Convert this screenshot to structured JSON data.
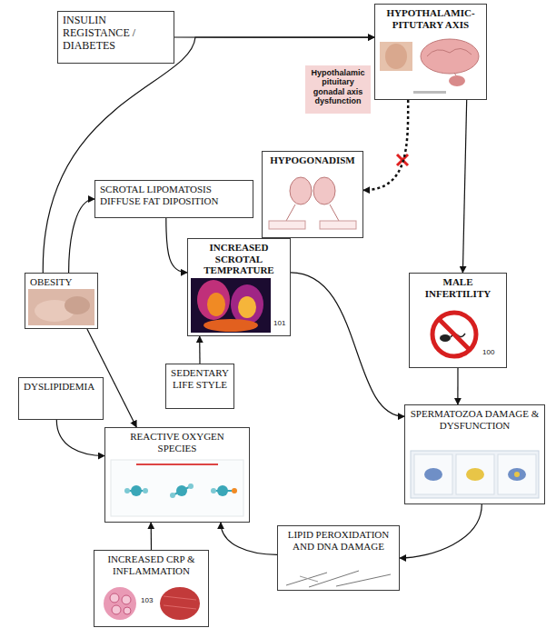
{
  "diagram": {
    "nodes": [
      {
        "text": [
          "INSULIN REGISTANCE / DIABETES"
        ]
      },
      {
        "text": [
          "HYPOTHALAMIC- PITUTARY AXIS"
        ]
      },
      {
        "text": [
          "Hypothalamic pituitary gonadal axis dysfunction"
        ]
      },
      {
        "text": [
          "HYPOGONADISM"
        ]
      },
      {
        "text": [
          "SCROTAL LIPOMATOSIS DIFFUSE FAT DIPOSITION"
        ]
      },
      {
        "text": [
          "OBESITY"
        ]
      },
      {
        "text": [
          "INCREASED SCROTAL TEMPRATURE"
        ]
      },
      {
        "text": [
          "MALE INFERTILITY"
        ]
      },
      {
        "text": [
          "DYSLIPIDEMIA"
        ]
      },
      {
        "text": [
          "SEDENTARY LIFE STYLE"
        ]
      },
      {
        "text": [
          "REACTIVE OXYGEN SPECIES"
        ]
      },
      {
        "text": [
          "SPERMATOZOA DAMAGE & DYSFUNCTION"
        ]
      },
      {
        "text": [
          "LIPID PEROXIDATION AND DNA DAMAGE"
        ]
      },
      {
        "text": [
          "INCREASED CRP & INFLAMMATION"
        ]
      }
    ],
    "edges": [
      {
        "from": 0,
        "to": 1,
        "arrow": "to"
      },
      {
        "from": 5,
        "to": 1,
        "arrow": "to"
      },
      {
        "from": 5,
        "to": 4,
        "arrow": "to"
      },
      {
        "from": 4,
        "to": 6,
        "arrow": "to"
      },
      {
        "from": 1,
        "to": 3,
        "arrow": "to"
      },
      {
        "from": 1,
        "to": 7,
        "arrow": "to"
      },
      {
        "from": 7,
        "to": 11,
        "arrow": "to"
      },
      {
        "from": 6,
        "to": 11,
        "arrow": "to"
      },
      {
        "from": 5,
        "to": 10,
        "arrow": "to"
      },
      {
        "from": 8,
        "to": 10,
        "arrow": "to"
      },
      {
        "from": 9,
        "to": 6,
        "arrow": "to"
      },
      {
        "from": 11,
        "to": 12,
        "arrow": "to"
      },
      {
        "from": 12,
        "to": 10,
        "arrow": "to"
      },
      {
        "from": 13,
        "to": 10,
        "arrow": "to"
      }
    ],
    "labels": [
      "101",
      "100",
      "103"
    ]
  }
}
